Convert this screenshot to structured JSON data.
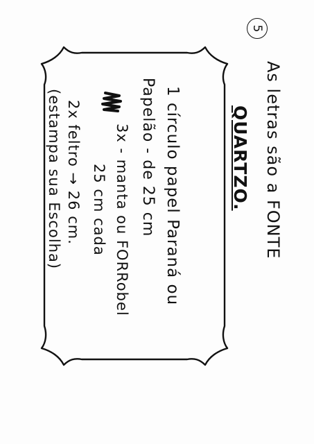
{
  "page_number": "5",
  "heading": {
    "line1": "As letras são a FONTE",
    "line2": "QUARTZO."
  },
  "box": {
    "line1": "1 círculo papel Paraná ou",
    "line2": "Papelão - de 25 cm",
    "line3": "3x - manta ou FORRobel",
    "line4": "25 cm cada",
    "line5": "2x feltro → 26 cm.",
    "line6": "(estampa sua Escolha)"
  }
}
